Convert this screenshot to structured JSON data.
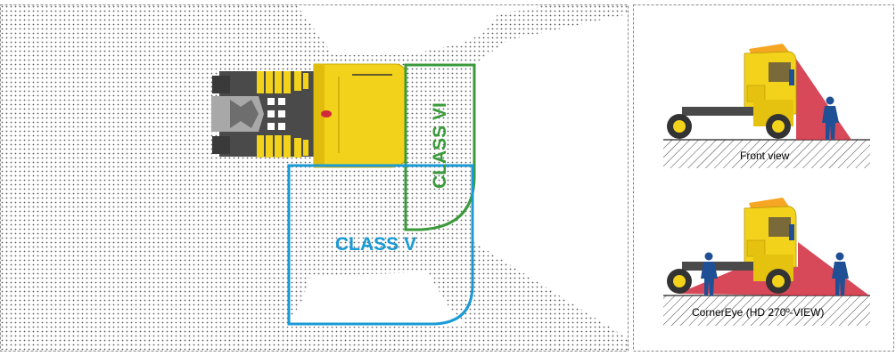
{
  "labels": {
    "class_v": "CLASS V",
    "class_vi": "CLASS VI"
  },
  "captions": {
    "front_view": "Front view",
    "cornereye": "CornerEye (HD 270º-VIEW)"
  },
  "colors": {
    "class_v": "#1a9ad6",
    "class_vi": "#3a9a3a",
    "truck_yellow": "#f2d21a",
    "coverage_red": "#d0293c",
    "figure_blue": "#1f4f94"
  }
}
